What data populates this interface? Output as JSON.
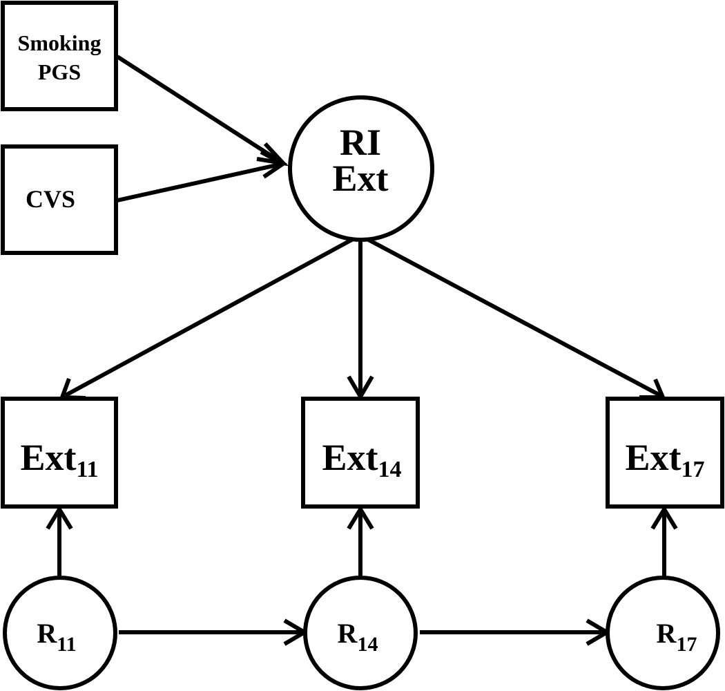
{
  "colors": {
    "stroke": "#000000",
    "background": "#ffffff"
  },
  "nodes": {
    "smoking_pgs": {
      "line1": "Smoking",
      "line2": "PGS"
    },
    "cvs": {
      "label": "CVS"
    },
    "ri_ext": {
      "line1": "RI",
      "line2": "Ext"
    },
    "ext11": {
      "base": "Ext",
      "sub": "11"
    },
    "ext14": {
      "base": "Ext",
      "sub": "14"
    },
    "ext17": {
      "base": "Ext",
      "sub": "17"
    },
    "r11": {
      "base": "R",
      "sub": "11"
    },
    "r14": {
      "base": "R",
      "sub": "14"
    },
    "r17": {
      "base": "R",
      "sub": "17"
    }
  }
}
